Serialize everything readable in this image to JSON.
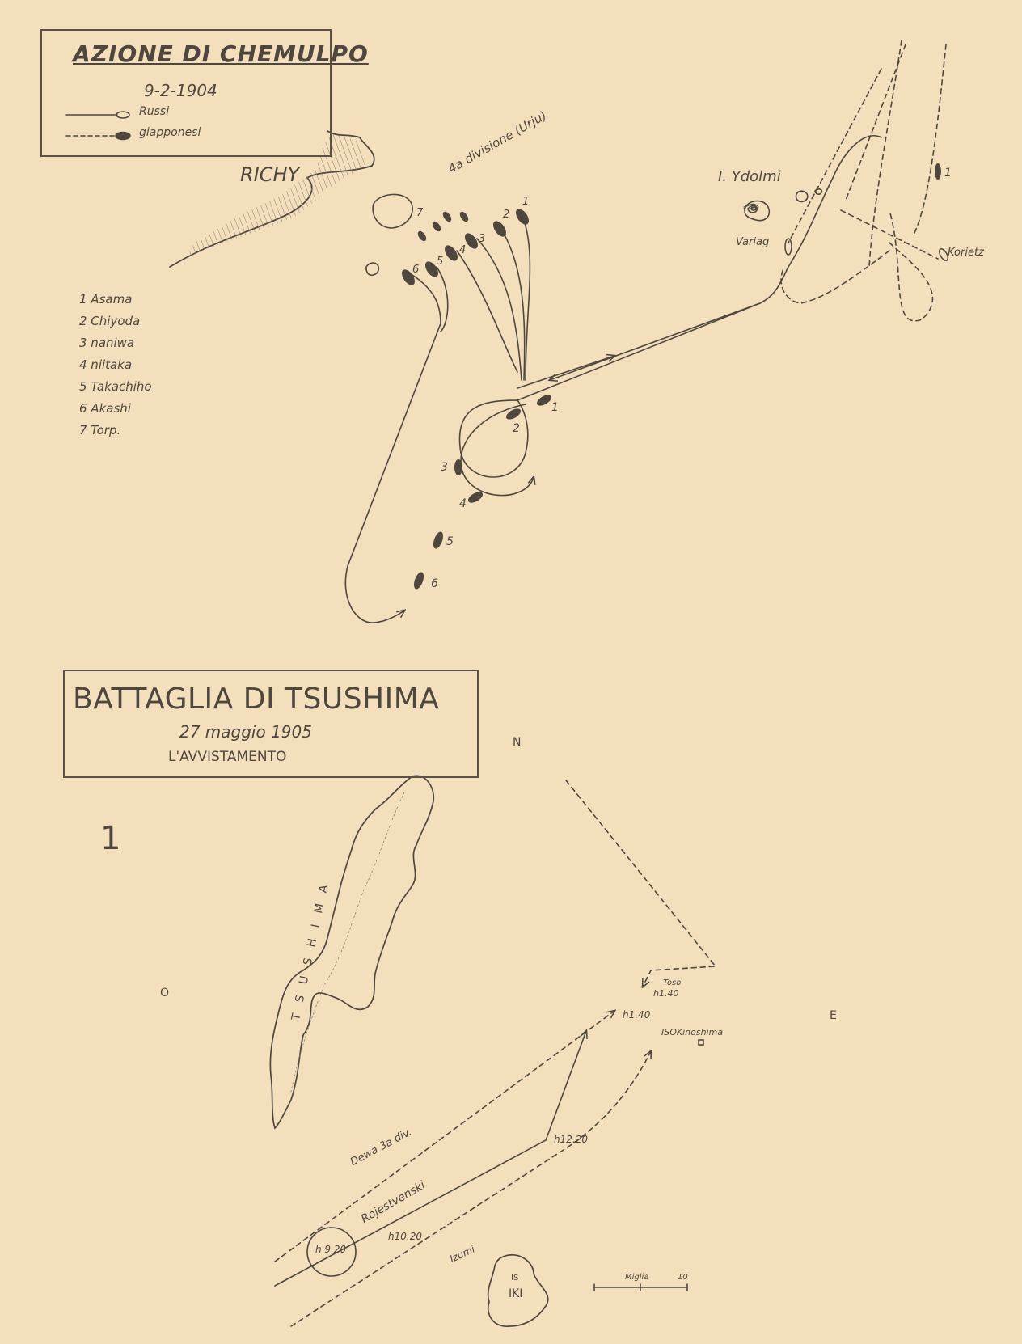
{
  "chemulpo": {
    "title": "AZIONE DI CHEMULPO",
    "date": "9-2-1904",
    "legend": {
      "russians": "Russi",
      "japanese": "giapponesi"
    },
    "place_richy": "RICHY",
    "division_label": "4a divisione (Urju)",
    "island_label": "I. Ydolmi",
    "ship_variag": "Variag",
    "ship_korietz": "Korietz",
    "ships": [
      "1  Asama",
      "2  Chiyoda",
      "3  naniwa",
      "4  niitaka",
      "5  Takachiho",
      "6  Akashi",
      "7  Torp."
    ],
    "num": {
      "n1": "1",
      "n2": "2",
      "n3": "3",
      "n4": "4",
      "n5": "5",
      "n6": "6",
      "n7": "7"
    }
  },
  "tsushima": {
    "title": "BATTAGLIA DI TSUSHIMA",
    "date": "27 maggio 1905",
    "subtitle": "L'AVVISTAMENTO",
    "plate_number": "1",
    "compass": {
      "north": "N",
      "west": "O",
      "east": "E"
    },
    "island_tsushima": "TSUSHIMA",
    "island_iki": "IKI",
    "island_is": "IS",
    "labels": {
      "toso": "Toso",
      "toso_time": "h1.40",
      "time_140": "h1.40",
      "isokinoshima": "ISOKinoshima",
      "dewa": "Dewa 3a div.",
      "h1220": "h12.20",
      "rojestvenski": "Rojestvenski",
      "h1020": "h10.20",
      "h920": "h 9.20",
      "izumi": "Izumi",
      "scale": "Miglia",
      "scale_value": "10"
    }
  },
  "colors": {
    "paper": "#f3dfbc",
    "pencil": "#4f463e",
    "shade": "#8a7f74"
  }
}
